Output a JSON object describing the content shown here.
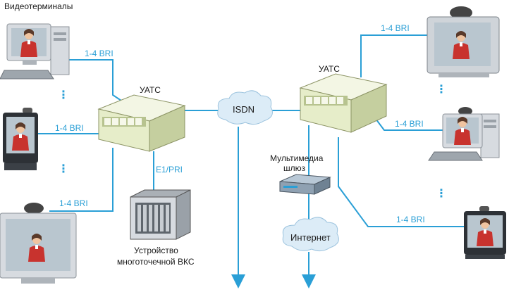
{
  "labels": {
    "videoterminals": "Видеотерминалы",
    "pbx_left": "УАТС",
    "pbx_right": "УАТС",
    "isdn": "ISDN",
    "internet": "Интернет",
    "e1pri": "E1/PRI",
    "mcu_line1": "Устройство",
    "mcu_line2": "многоточечной ВКС",
    "gw_line1": "Мультимедиа",
    "gw_line2": "шлюз",
    "bri_l1": "1-4 BRI",
    "bri_l2": "1-4 BRI",
    "bri_l3": "1-4 BRI",
    "bri_r1": "1-4 BRI",
    "bri_r2": "1-4 BRI",
    "bri_r3": "1-4 BRI",
    "dots": "⋮"
  },
  "colors": {
    "link": "#2a9fd6",
    "pbx_body": "#e6edc9",
    "pbx_dark": "#b7c38f",
    "monitor_bezel": "#d7dbe0",
    "screen_bg": "#b9c6cf",
    "person_red": "#c8332e",
    "cloud": "#dcecf7"
  }
}
